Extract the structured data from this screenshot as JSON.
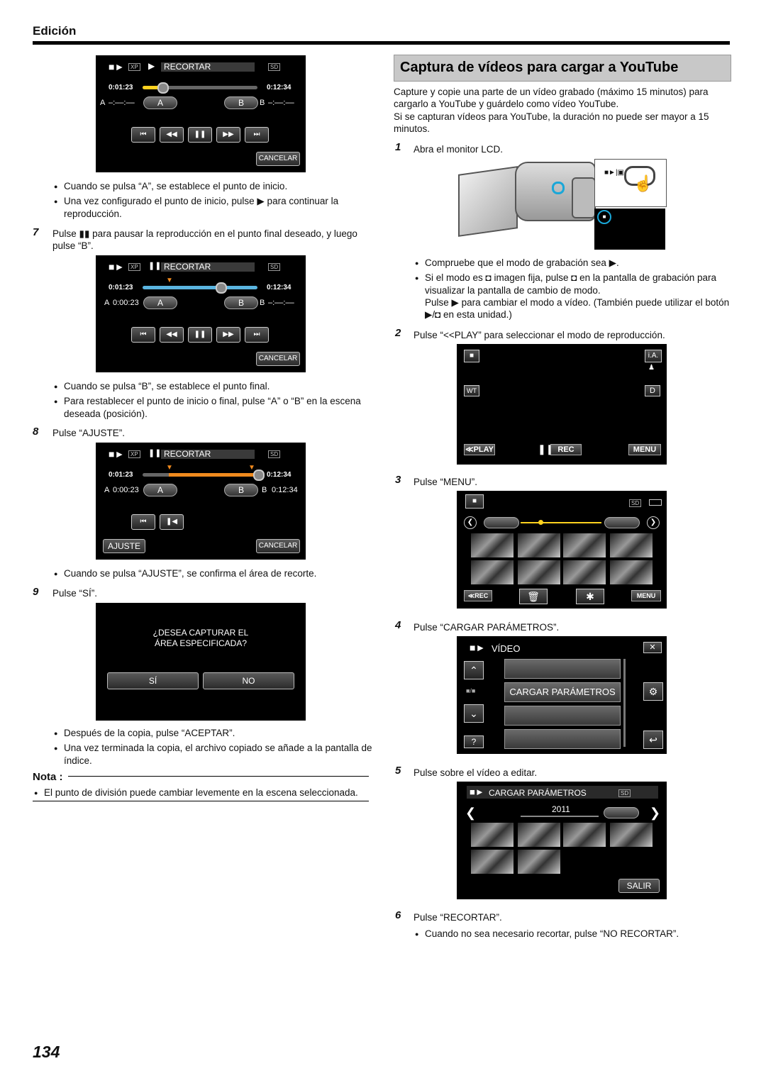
{
  "header": {
    "section": "Edición",
    "page_number": "134"
  },
  "right": {
    "title": "Captura de vídeos para cargar a YouTube",
    "intro1": "Capture y copie una parte de un vídeo grabado (máximo 15 minutos) para cargarlo a YouTube y guárdelo como vídeo YouTube.",
    "intro2": "Si se capturan vídeos para YouTube, la duración no puede ser mayor a 15 minutos.",
    "s1n": "1",
    "s1": "Abra el monitor LCD.",
    "b1": "Compruebe que el modo de grabación sea ▶.",
    "b2": "Si el modo es ◘ imagen fija, pulse ◘ en la pantalla de grabación para visualizar la pantalla de cambio de modo.",
    "b2b": "Pulse ▶ para cambiar el modo a vídeo. (También puede utilizar el botón ▶/◘ en esta unidad.)",
    "s2n": "2",
    "s2": "Pulse “<<PLAY” para seleccionar el modo de reproducción.",
    "s3n": "3",
    "s3": "Pulse “MENU”.",
    "s4n": "4",
    "s4": "Pulse “CARGAR PARÁMETROS”.",
    "s5n": "5",
    "s5": "Pulse sobre el vídeo a editar.",
    "s6n": "6",
    "s6": "Pulse “RECORTAR”.",
    "b6": "Cuando no sea necesario recortar, pulse “NO RECORTAR”.",
    "rec_screen": {
      "ia": "i.A.",
      "wt": "WT",
      "d": "D",
      "play": "≪PLAY",
      "rec": "REC",
      "menu": "MENU"
    },
    "menu_screen": {
      "rec": "≪REC",
      "menu": "MENU",
      "sd": "SD"
    },
    "upload_menu": {
      "header": "VÍDEO",
      "item": "CARGAR PARÁMETROS",
      "help": "?"
    },
    "select_screen": {
      "header": "CARGAR PARÁMETROS",
      "sd": "SD",
      "year": "2011",
      "exit": "SALIR"
    }
  },
  "left": {
    "trim1": {
      "xp": "XP",
      "title": "RECORTAR",
      "sd": "SD",
      "t_left": "0:01:23",
      "t_right": "0:12:34",
      "a_label": "A",
      "a_val": "–:––:––",
      "b_label": "B",
      "b_val": "–:––:––",
      "btn_a": "A",
      "btn_b": "B",
      "cancel": "CANCELAR"
    },
    "bl1": "Cuando se pulsa “A”, se establece el punto de inicio.",
    "bl2": "Una vez configurado el punto de inicio, pulse ▶ para continuar la reproducción.",
    "s7n": "7",
    "s7": "Pulse ▮▮ para pausar la reproducción en el punto final deseado, y luego pulse “B”.",
    "trim2": {
      "xp": "XP",
      "title": "RECORTAR",
      "sd": "SD",
      "t_left": "0:01:23",
      "t_right": "0:12:34",
      "a_label": "A",
      "a_val": "0:00:23",
      "b_label": "B",
      "b_val": "–:––:––",
      "btn_a": "A",
      "btn_b": "B",
      "cancel": "CANCELAR"
    },
    "bl3": "Cuando se pulsa “B”, se establece el punto final.",
    "bl4": "Para restablecer el punto de inicio o final, pulse “A” o “B” en la escena deseada (posición).",
    "s8n": "8",
    "s8": "Pulse “AJUSTE”.",
    "trim3": {
      "xp": "XP",
      "title": "RECORTAR",
      "sd": "SD",
      "t_left": "0:01:23",
      "t_right": "0:12:34",
      "a_label": "A",
      "a_val": "0:00:23",
      "b_label": "B",
      "b_val": "0:12:34",
      "btn_a": "A",
      "btn_b": "B",
      "adjust": "AJUSTE",
      "cancel": "CANCELAR"
    },
    "bl5": "Cuando se pulsa “AJUSTE”, se confirma el área de recorte.",
    "s9n": "9",
    "s9": "Pulse “SÍ”.",
    "confirm": {
      "q1": "¿DESEA CAPTURAR EL",
      "q2": "ÁREA ESPECIFICADA?",
      "yes": "SÍ",
      "no": "NO"
    },
    "bl6": "Después de la copia, pulse “ACEPTAR”.",
    "bl7": "Una vez terminada la copia, el archivo copiado se añade a la pantalla de índice.",
    "note_title": "Nota :",
    "note": "El punto de división puede cambiar levemente en la escena seleccionada."
  }
}
